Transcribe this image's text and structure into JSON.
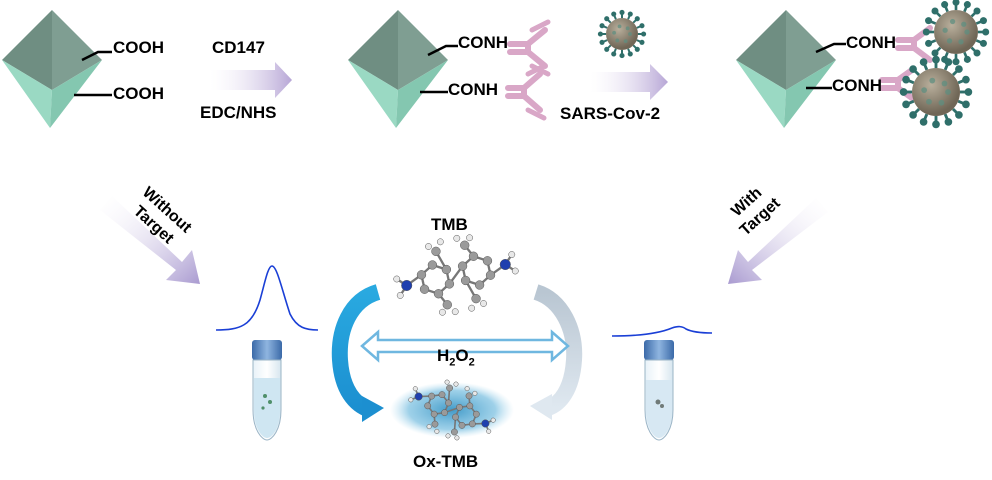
{
  "diagram": {
    "group1": {
      "cooh_top": "COOH",
      "cooh_bottom": "COOH"
    },
    "step1": {
      "reagent": "CD147",
      "conditions": "EDC/NHS"
    },
    "group2": {
      "conh_top": "CONH",
      "conh_bottom": "CONH"
    },
    "step2": {
      "target": "SARS-Cov-2"
    },
    "group3": {
      "conh_top": "CONH",
      "conh_bottom": "CONH"
    },
    "left_arrow": {
      "line1": "Without",
      "line2": "Target"
    },
    "right_arrow": {
      "line1": "With",
      "line2": "Target"
    },
    "center": {
      "substrate": "TMB",
      "oxidant_main": "H",
      "oxidant_sub1": "2",
      "oxidant_mid": "O",
      "oxidant_sub2": "2",
      "product": "Ox-TMB"
    }
  },
  "colors": {
    "octahedron_dark": "#6f8e82",
    "octahedron_light": "#9ad9c3",
    "antibody": "#d9a7c7",
    "virus_core": "#8a7f6e",
    "virus_spike": "#2f6f6a",
    "arrow_purple": "#b7a6d6",
    "arrow_blue": "#29a9e0",
    "curve_blue": "#1a3fd6",
    "tube_liquid": "#cfe6f2"
  }
}
